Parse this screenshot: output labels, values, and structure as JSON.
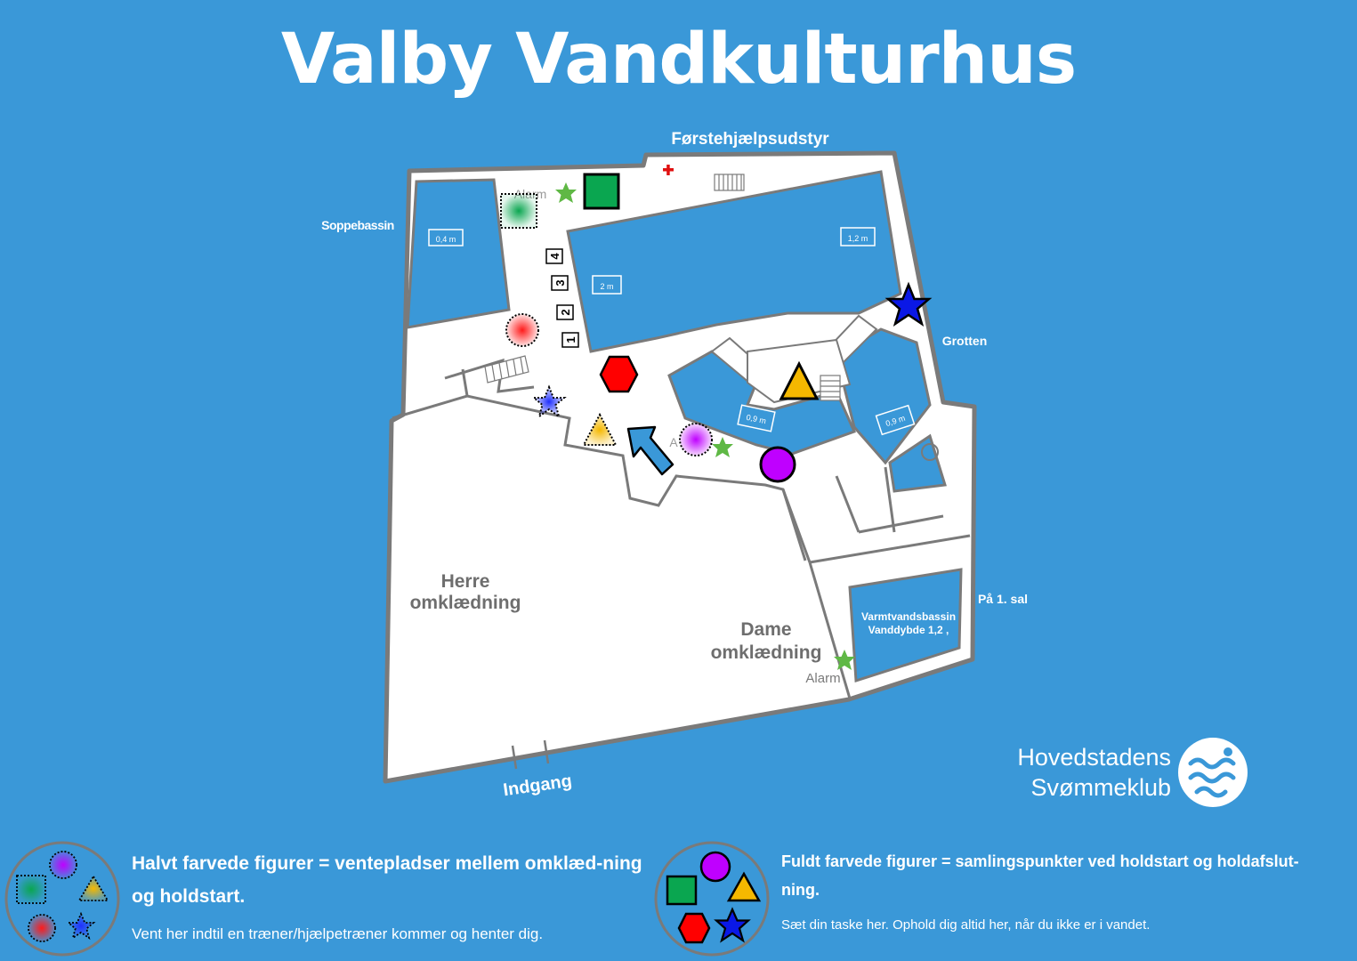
{
  "title": "Valby Vandkulturhus",
  "labels": {
    "first_aid": "Førstehjælpsudstyr",
    "kiddie_pool": "Soppebassin",
    "grotto": "Grotten",
    "first_floor": "På 1. sal",
    "warm_pool_1": "Varmtvandsbassin",
    "warm_pool_2": "Vanddybde 1,2 ,",
    "mens_1": "Herre",
    "mens_2": "omklædning",
    "womens_1": "Dame",
    "womens_2": "omklædning",
    "alarm_top": "Alarm",
    "alarm_mid": "A",
    "alarm_bottom": "Alarm",
    "entrance": "Indgang"
  },
  "depths": {
    "kiddie": "0,4 m",
    "main_deep": "2 m",
    "main_right": "1,2 m",
    "lower_left": "0,9 m",
    "lower_right": "0,9 m"
  },
  "lanes": [
    "4",
    "3",
    "2",
    "1"
  ],
  "legend": {
    "half": {
      "heading": "Halvt farvede figurer = ventepladser mellem omklæd-ning og holdstart.",
      "sub": "Vent her indtil en træner/hjælpetræner kommer og henter dig."
    },
    "full": {
      "heading": "Fuldt farvede figurer = samlingspunkter ved holdstart og holdafslut-ning.",
      "sub": "Sæt din taske her. Ophold dig altid her, når du ikke er i vandet."
    }
  },
  "logo": {
    "line1": "Hovedstadens",
    "line2": "Svømmeklub"
  },
  "colors": {
    "background": "#3a98d8",
    "pool": "#3a98d8",
    "floor": "#ffffff",
    "green": "#0aa650",
    "purple": "#bf00ff",
    "orange": "#f5b800",
    "red": "#ff0000",
    "blue": "#0a18e6",
    "pink": "#ff5c7a",
    "star_green": "#5fb845"
  },
  "icons": {
    "first_aid": "red-cross-icon",
    "arrow": "direction-arrow-icon",
    "logo": "swimmer-logo-icon"
  }
}
